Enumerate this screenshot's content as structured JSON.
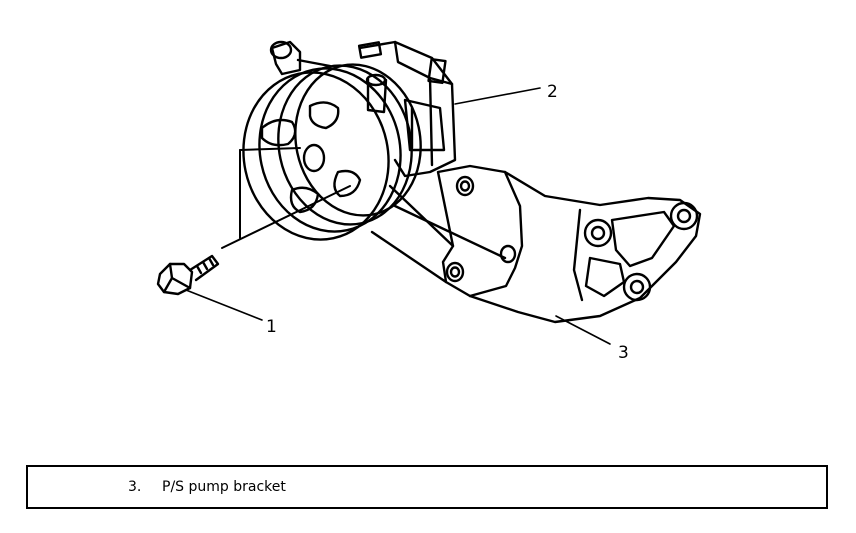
{
  "figure": {
    "callouts": [
      {
        "id": "1"
      },
      {
        "id": "2"
      },
      {
        "id": "3"
      }
    ]
  },
  "legend": {
    "items": [
      {
        "number": "3.",
        "label": "P/S pump bracket"
      }
    ]
  }
}
